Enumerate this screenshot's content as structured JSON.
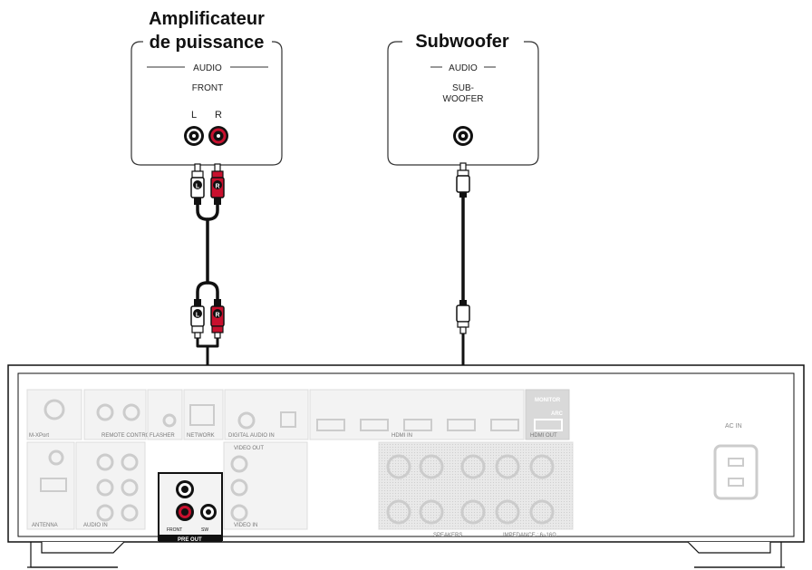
{
  "amp": {
    "title_line1": "Amplificateur",
    "title_line2": "de puissance",
    "audio_label": "AUDIO",
    "front_label": "FRONT",
    "left_label": "L",
    "right_label": "R"
  },
  "sub": {
    "title": "Subwoofer",
    "audio_label": "AUDIO",
    "sub_line1": "SUB-",
    "sub_line2": "WOOFER"
  },
  "plugs": {
    "left_letter": "L",
    "right_letter": "R"
  },
  "receiver": {
    "ac_in": "AC IN",
    "pre_out": "PRE OUT",
    "front": "FRONT",
    "subwoofer_short": "SW",
    "antenna": "ANTENNA",
    "audio_in": "AUDIO IN",
    "video_in": "VIDEO IN",
    "video_out": "VIDEO OUT",
    "speakers": "SPEAKERS",
    "impedance": "IMPEDANCE : 6~16Ω",
    "hdmi_in": "HDMI IN",
    "hdmi_out": "HDMI OUT",
    "monitor": "MONITOR",
    "arc": "ARC",
    "remote_control": "REMOTE CONTROL",
    "flasher": "FLASHER",
    "network": "NETWORK",
    "digital_audio_in": "DIGITAL AUDIO IN",
    "mxport": "M-XPort"
  },
  "colors": {
    "red": "#c8102e",
    "black": "#111111",
    "panel": "#cfcfcf",
    "highlight": "#2b2b2b"
  }
}
